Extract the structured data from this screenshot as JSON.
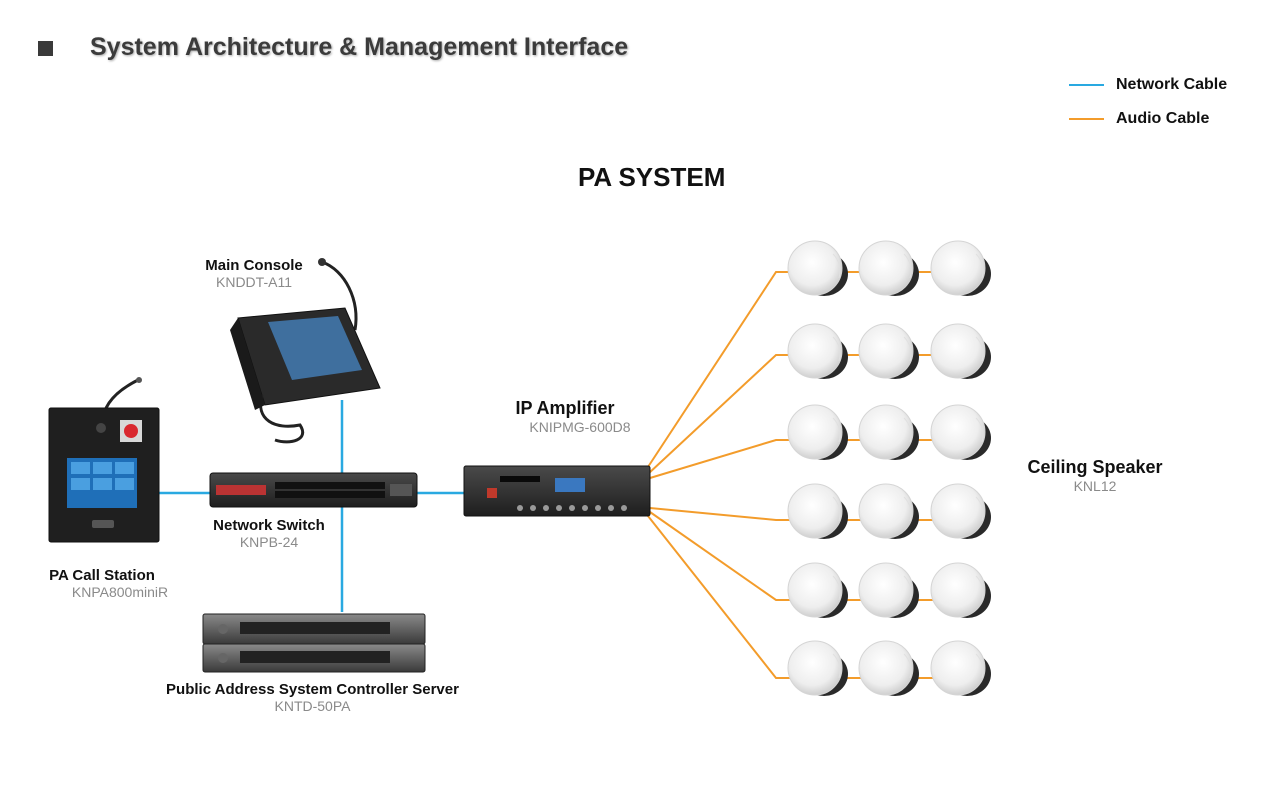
{
  "header": {
    "title": "System Architecture & Management Interface"
  },
  "legend": [
    {
      "label": "Network Cable",
      "color": "#29a9e1"
    },
    {
      "label": "Audio Cable",
      "color": "#f39c2b"
    }
  ],
  "diagram": {
    "heading": "PA SYSTEM",
    "devices": {
      "main_console": {
        "name": "Main Console",
        "model": "KNDDT-A11"
      },
      "pa_call_station": {
        "name": "PA Call Station",
        "model": "KNPA800miniR"
      },
      "network_switch": {
        "name": "Network Switch",
        "model": "KNPB-24"
      },
      "ip_amplifier": {
        "name": "IP Amplifier",
        "model": "KNIPMG-600D8"
      },
      "controller_server": {
        "name": "Public Address System Controller Server",
        "model": "KNTD-50PA"
      },
      "ceiling_speaker": {
        "name": "Ceiling Speaker",
        "model": "KNL12"
      }
    }
  }
}
